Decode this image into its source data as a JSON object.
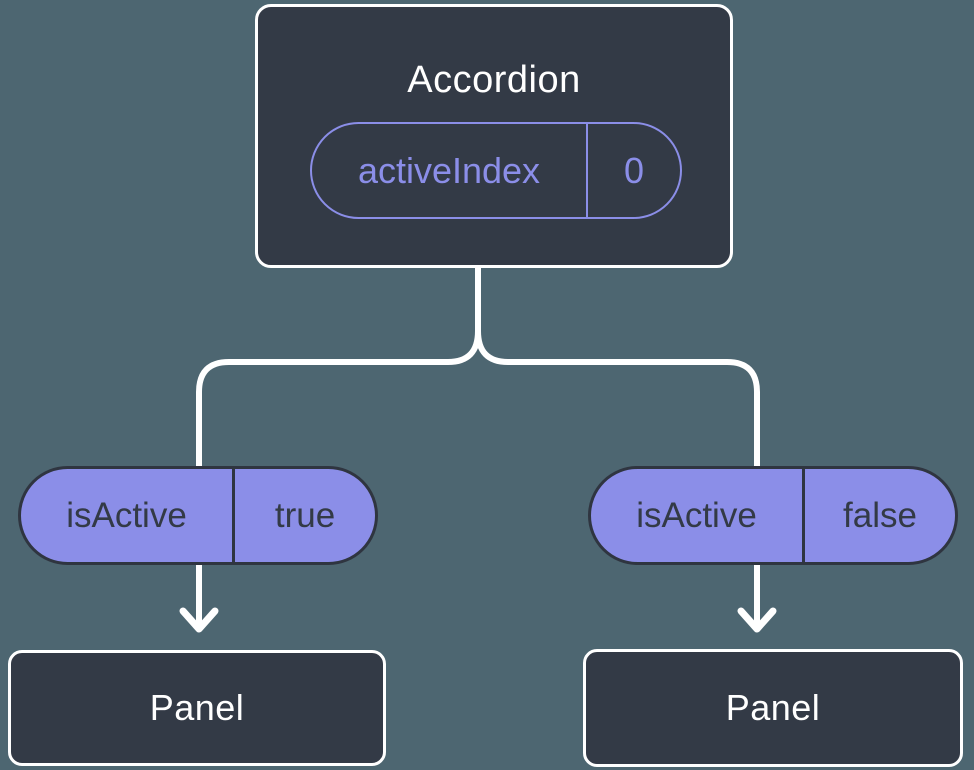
{
  "colors": {
    "background": "#4D6671",
    "node_fill": "#333A46",
    "node_border": "#FFFFFF",
    "accent_purple": "#8B8EE8",
    "pill_dark_border": "#2F3540",
    "pill_dark_text": "#333A46",
    "connector": "#FFFFFF"
  },
  "tree": {
    "root": {
      "label": "Accordion",
      "state": {
        "name": "activeIndex",
        "value": "0"
      }
    },
    "children": [
      {
        "prop": {
          "name": "isActive",
          "value": "true"
        },
        "label": "Panel"
      },
      {
        "prop": {
          "name": "isActive",
          "value": "false"
        },
        "label": "Panel"
      }
    ]
  }
}
